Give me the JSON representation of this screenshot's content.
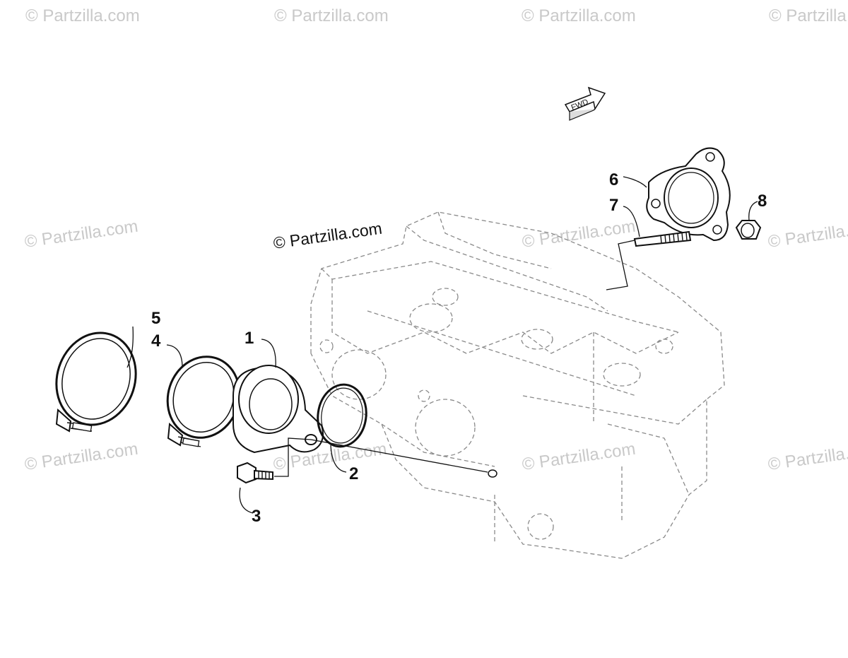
{
  "watermarks": {
    "corner_text": "© Partzilla.com",
    "main_text": "© Partzilla.com"
  },
  "direction_arrow": {
    "label": "FWD"
  },
  "callouts": [
    "1",
    "2",
    "3",
    "4",
    "5",
    "6",
    "7",
    "8"
  ],
  "colors": {
    "line": "#111111",
    "engine_outline": "#8a8a8a",
    "watermark": "#c9c9c9"
  }
}
